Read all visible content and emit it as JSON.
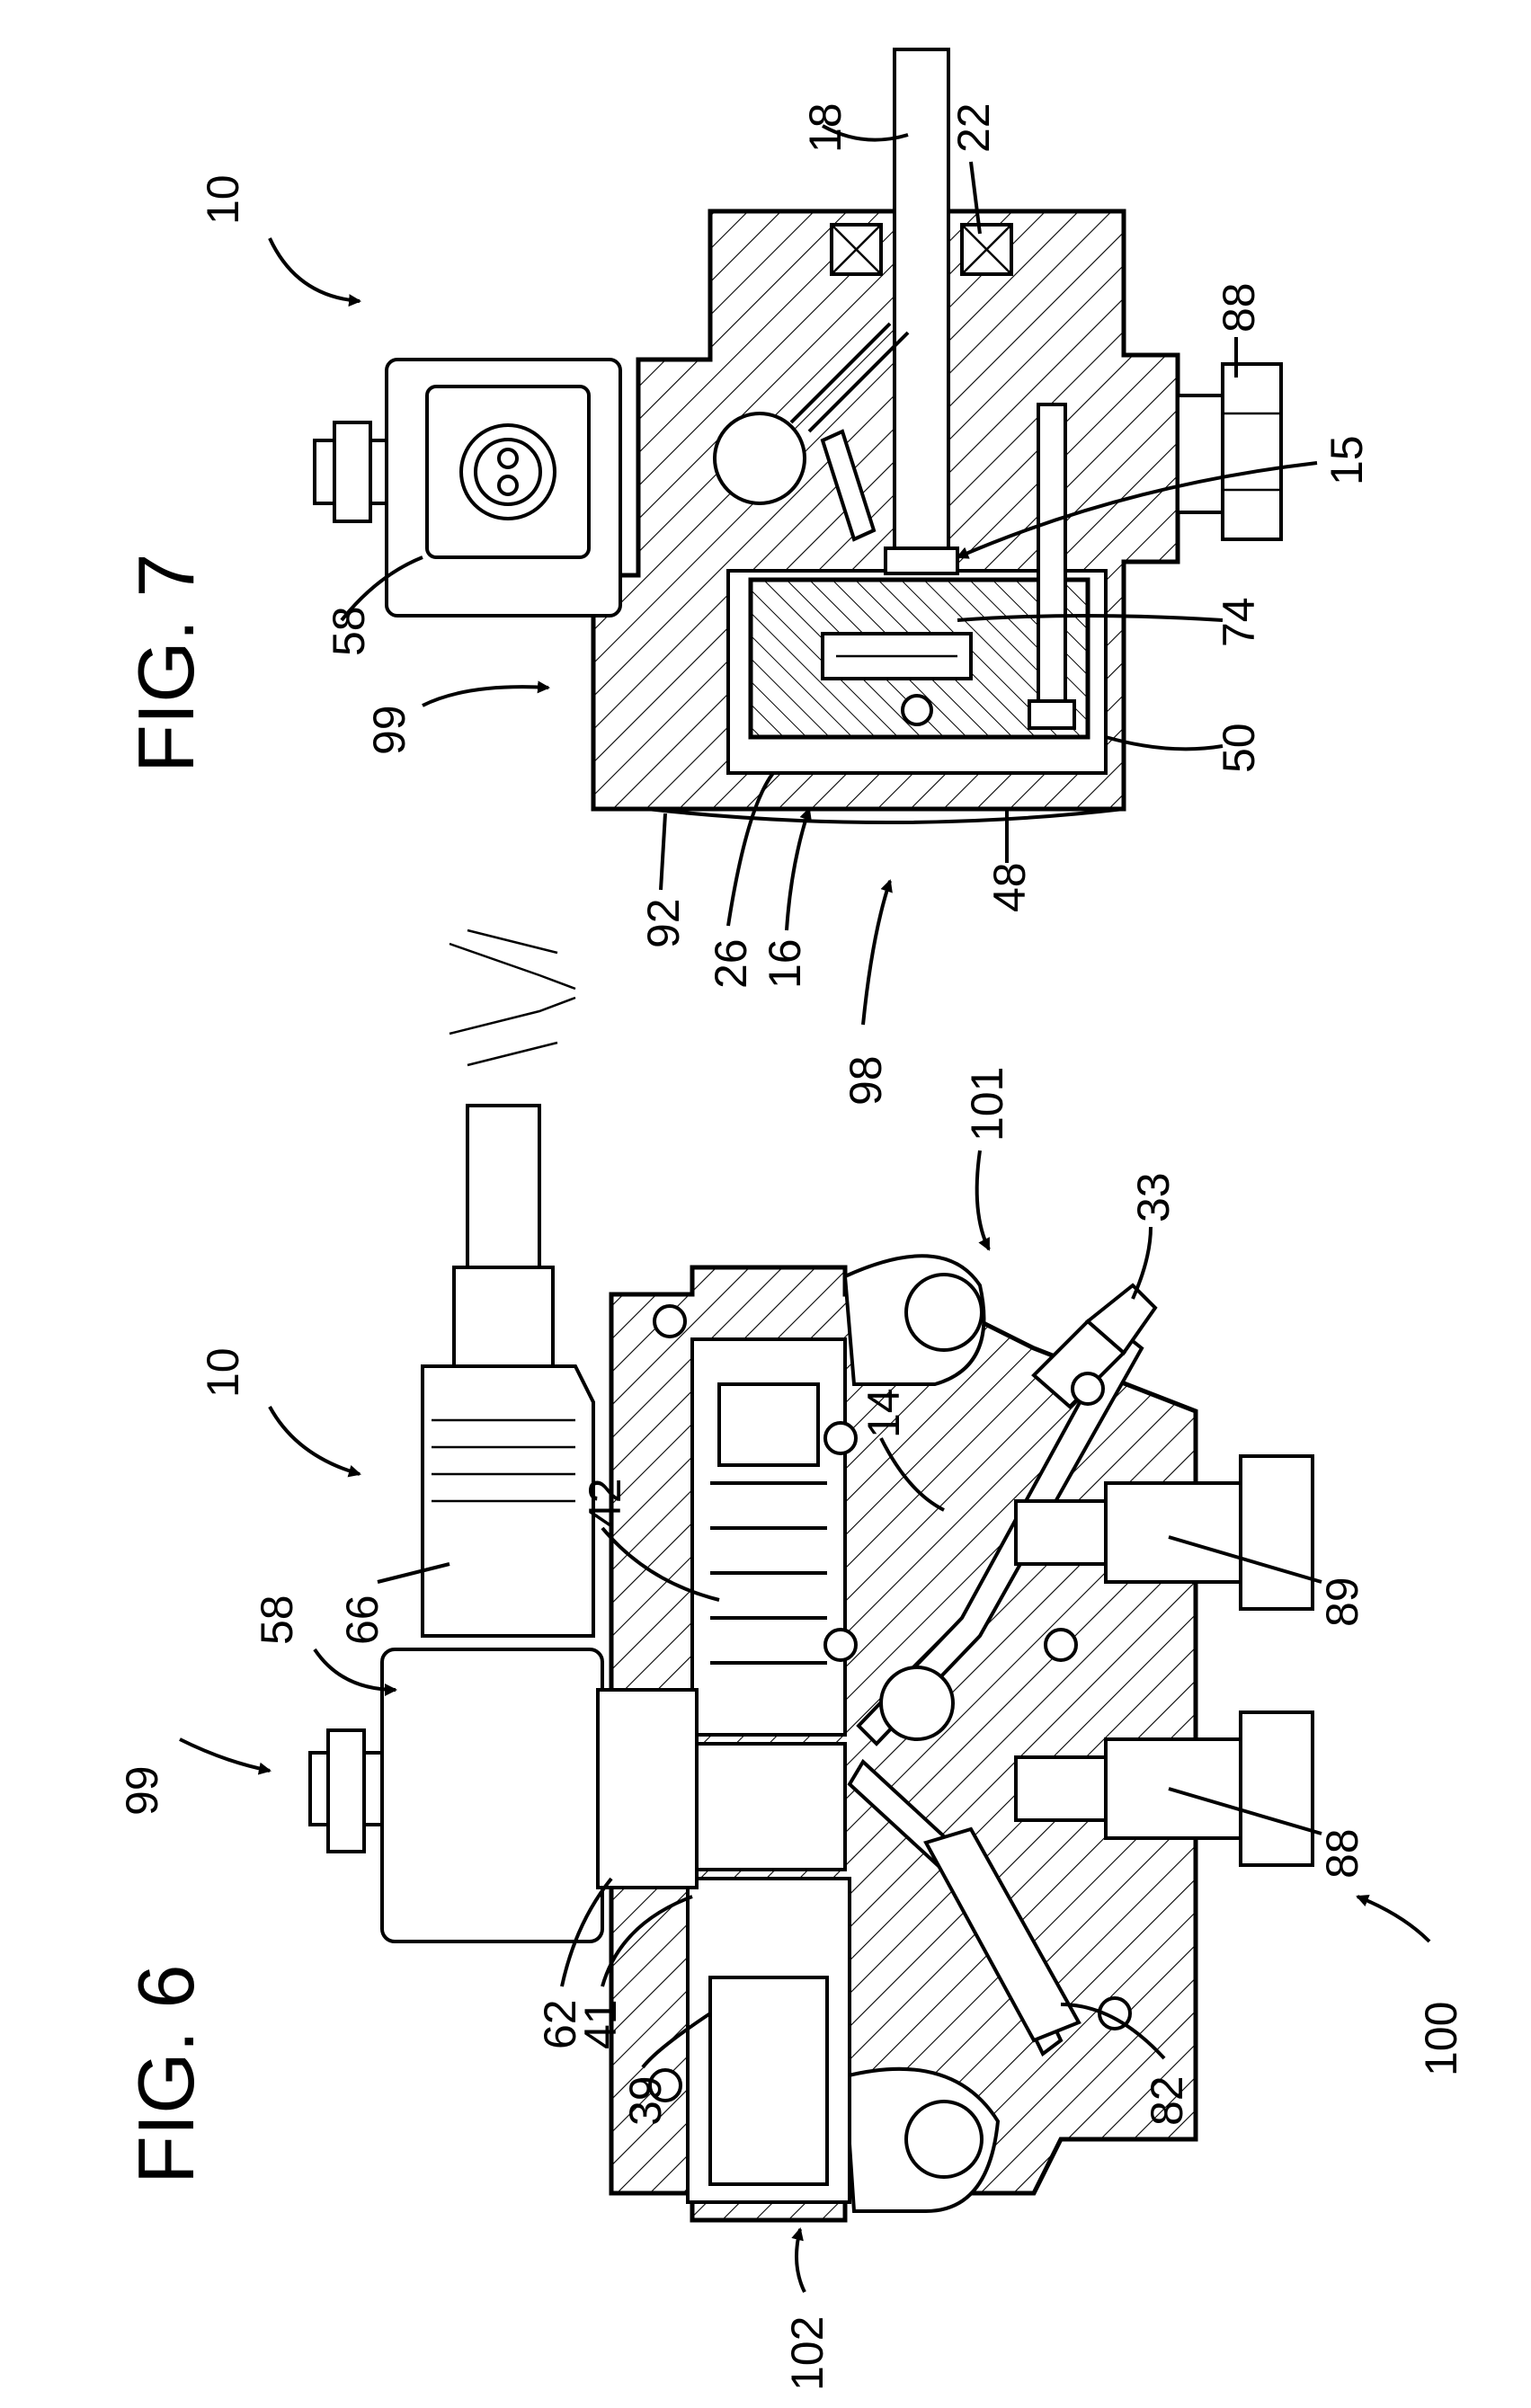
{
  "figures": [
    {
      "id": "fig6",
      "title": "FIG. 6"
    },
    {
      "id": "fig7",
      "title": "FIG. 7"
    }
  ],
  "labels": {
    "fig7": [
      "10",
      "18",
      "22",
      "88",
      "15",
      "58",
      "74",
      "99",
      "50",
      "92",
      "26",
      "16",
      "48",
      "98"
    ],
    "fig6": [
      "10",
      "101",
      "33",
      "14",
      "42",
      "89",
      "58",
      "66",
      "99",
      "88",
      "62",
      "41",
      "39",
      "82",
      "100",
      "102"
    ]
  }
}
